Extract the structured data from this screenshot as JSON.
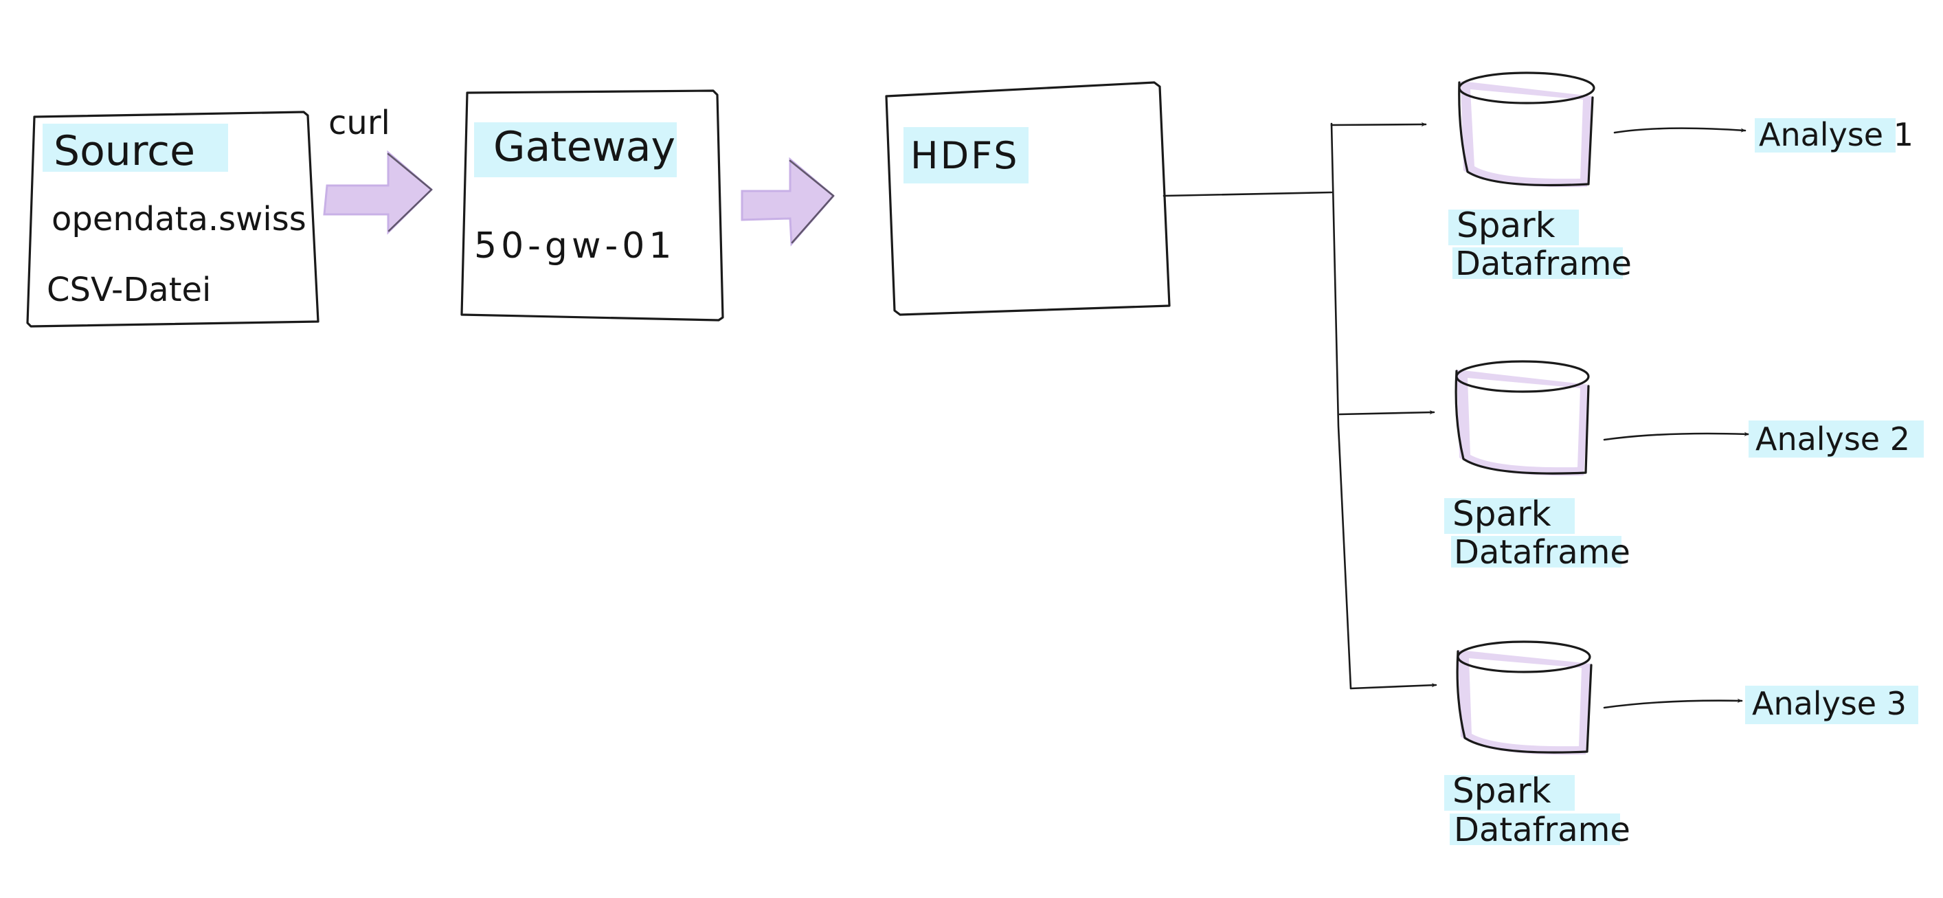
{
  "colors": {
    "ink": "#1a1a1a",
    "highlight": "#cdf3fb",
    "accent_fill": "#dcc8ee",
    "accent_stroke": "#c8b0e6",
    "background": "#ffffff"
  },
  "source": {
    "title": "Source",
    "line1": "opendata.swiss",
    "line2": "CSV-Datei"
  },
  "transfer_label": "curl",
  "gateway": {
    "title": "Gateway",
    "host": "50-gw-01"
  },
  "hdfs": {
    "title": "HDFS"
  },
  "dataframes": [
    {
      "line1": "Spark",
      "line2": "Dataframe",
      "analysis": "Analyse 1"
    },
    {
      "line1": "Spark",
      "line2": "Dataframe",
      "analysis": "Analyse 2"
    },
    {
      "line1": "Spark",
      "line2": "Dataframe",
      "analysis": "Analyse 3"
    }
  ]
}
